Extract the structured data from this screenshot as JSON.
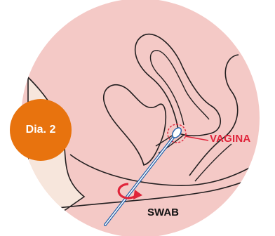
{
  "badge": {
    "label": "Dia. 2"
  },
  "labels": {
    "vagina": "VAGINA",
    "swab": "SWAB"
  },
  "colors": {
    "circle_bg": "#f4c9c6",
    "body_fill": "#f7e6dc",
    "outline": "#231f20",
    "accent_red": "#e0243a",
    "badge_orange": "#e8730e",
    "swab_blue": "#1e5ea8"
  },
  "icons": {
    "rotation": "circular-arrow-icon"
  }
}
